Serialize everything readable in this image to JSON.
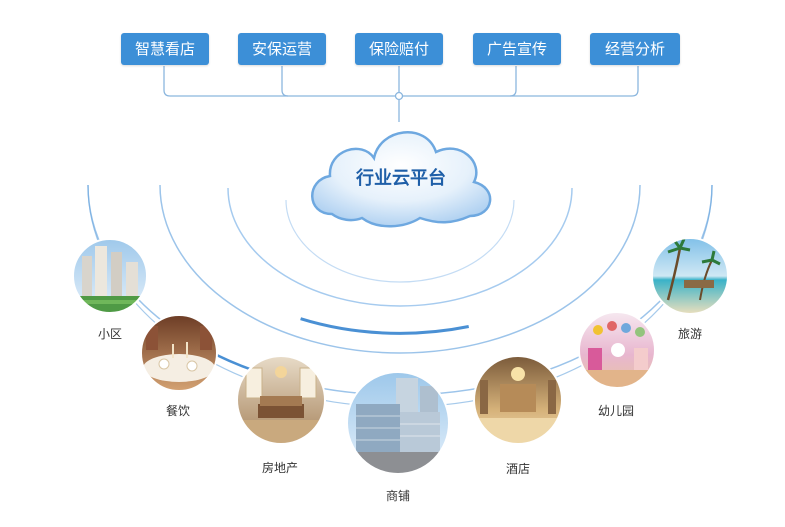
{
  "top_buttons": [
    {
      "label": "智慧看店"
    },
    {
      "label": "安保运营"
    },
    {
      "label": "保险赔付"
    },
    {
      "label": "广告宣传"
    },
    {
      "label": "经营分析"
    }
  ],
  "cloud": {
    "label": "行业云平台"
  },
  "industries": [
    {
      "label": "小区",
      "photo": "residential-towers"
    },
    {
      "label": "餐饮",
      "photo": "dining-table"
    },
    {
      "label": "房地产",
      "photo": "furnished-living-room"
    },
    {
      "label": "商铺",
      "photo": "commercial-building"
    },
    {
      "label": "酒店",
      "photo": "hotel-lobby"
    },
    {
      "label": "幼儿园",
      "photo": "kindergarten-classroom"
    },
    {
      "label": "旅游",
      "photo": "tropical-beach"
    }
  ],
  "colors": {
    "button": "#3c8fd7",
    "arc": "#5b9fdc",
    "connector": "#8bb6de",
    "cloud_text": "#1f5fa8",
    "label": "#333333"
  }
}
